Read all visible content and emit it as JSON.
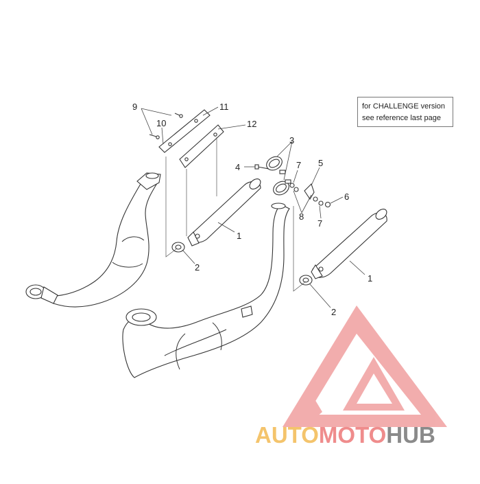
{
  "diagram": {
    "note_lines": [
      "for CHALLENGE version",
      "see reference last page"
    ],
    "callouts": [
      {
        "label": "9"
      },
      {
        "label": "10"
      },
      {
        "label": "11"
      },
      {
        "label": "12"
      },
      {
        "label": "3"
      },
      {
        "label": "4"
      },
      {
        "label": "7"
      },
      {
        "label": "5"
      },
      {
        "label": "6"
      },
      {
        "label": "8"
      },
      {
        "label": "7"
      },
      {
        "label": "1"
      },
      {
        "label": "2"
      },
      {
        "label": "1"
      },
      {
        "label": "2"
      }
    ],
    "brand": {
      "segments": [
        "AUTO",
        "MOTO",
        "HUB"
      ],
      "colors": [
        "#f4c46c",
        "#ef8c8c",
        "#8a8a8a"
      ]
    }
  }
}
